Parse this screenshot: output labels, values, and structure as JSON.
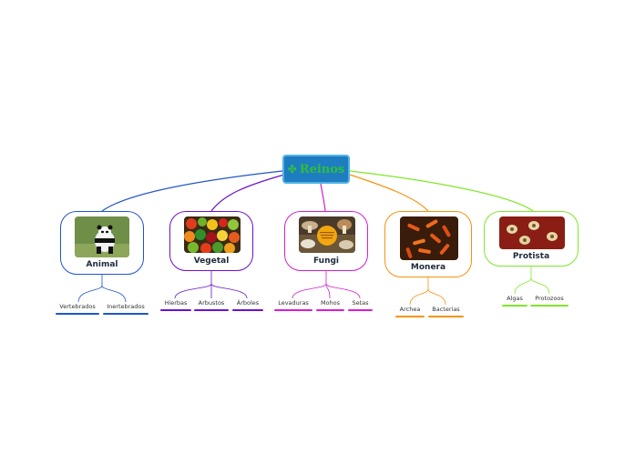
{
  "central": {
    "title": "Reinos",
    "icon": "clover-icon",
    "color": "#1e7dc0"
  },
  "branches": [
    {
      "key": "animal",
      "label": "Animal",
      "color": "#1f55c9",
      "image": "panda-photo",
      "children": [
        "Vertebrados",
        "Inertebrados"
      ]
    },
    {
      "key": "vegetal",
      "label": "Vegetal",
      "color": "#6a12c8",
      "image": "vegetables-photo",
      "children": [
        "Hierbas",
        "Arbustos",
        "Árboles"
      ]
    },
    {
      "key": "fungi",
      "label": "Fungi",
      "color": "#d21fd2",
      "image": "mushrooms-photo",
      "children": [
        "Levaduras",
        "Mohos",
        "Setas"
      ]
    },
    {
      "key": "monera",
      "label": "Monera",
      "color": "#f5930f",
      "image": "bacteria-photo",
      "children": [
        "Archea",
        "Bacterias"
      ]
    },
    {
      "key": "protista",
      "label": "Protista",
      "color": "#7ee82a",
      "image": "protozoa-photo",
      "children": [
        "Algas",
        "Protozoos"
      ]
    }
  ]
}
